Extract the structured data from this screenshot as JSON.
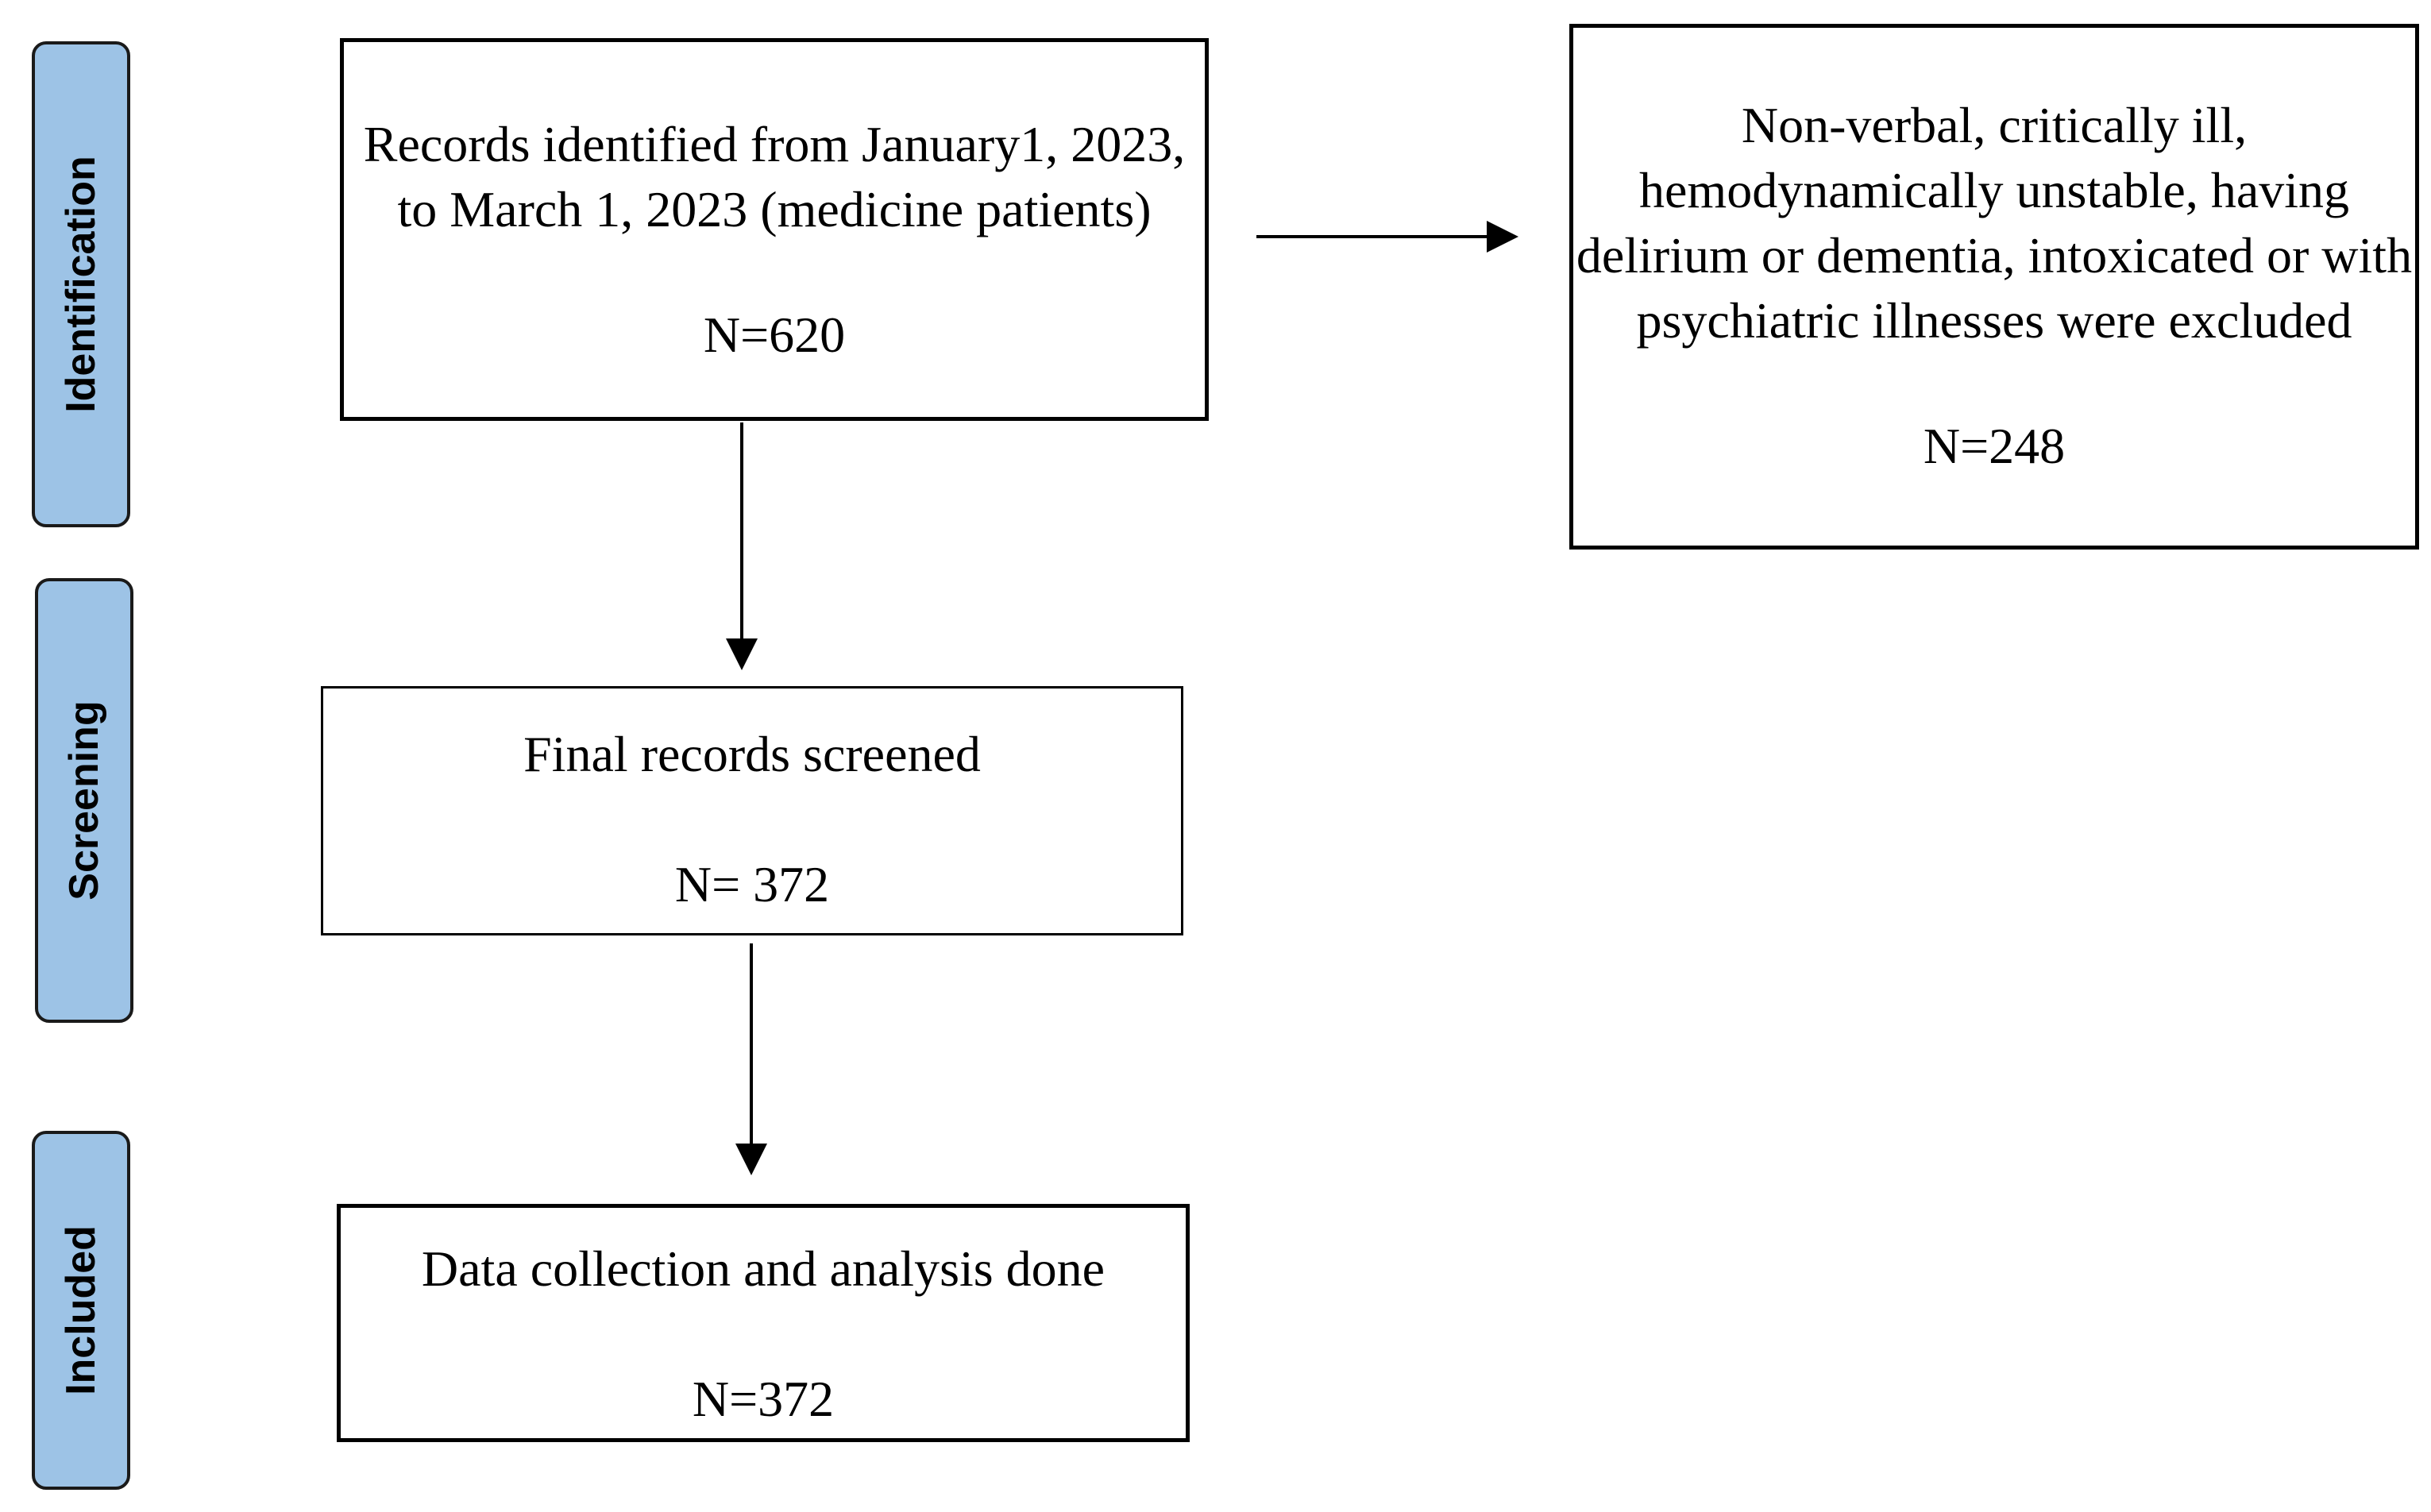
{
  "stages": {
    "identification": "Identification",
    "screening": "Screening",
    "included": "Included"
  },
  "boxes": {
    "identified": {
      "text": "Records identified from January1, 2023, to March 1, 2023 (medicine patients)",
      "count": "N=620"
    },
    "excluded": {
      "text": "Non-verbal, critically ill, hemodynamically unstable, having delirium or dementia, intoxicated or with psychiatric illnesses were excluded",
      "count": "N=248"
    },
    "screened": {
      "text": "Final records screened",
      "count": "N= 372"
    },
    "included": {
      "text": "Data collection and analysis done",
      "count": "N=372"
    }
  },
  "colors": {
    "stage_fill": "#9dc3e6",
    "stage_border": "#1a1a1a",
    "box_border": "#000000",
    "arrow": "#000000"
  }
}
